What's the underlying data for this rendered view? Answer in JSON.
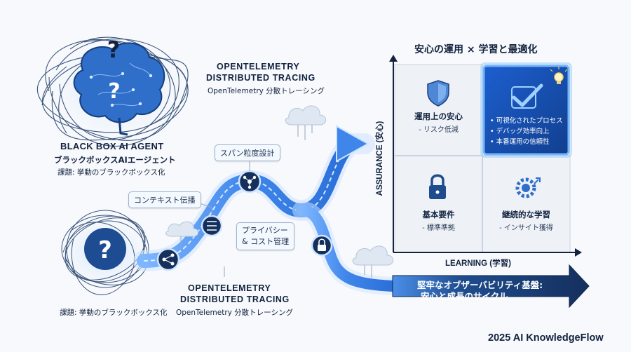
{
  "left_top": {
    "title": "BLACK BOX AI AGENT",
    "subtitle": "ブラックボックスAIエージェント",
    "issue": "課題: 挙動のブラックボックス化"
  },
  "left_bottom": {
    "issue": "課題: 挙動のブラックボックス化"
  },
  "otel_top": {
    "line1": "OPENTELEMETRY",
    "line2": "DISTRIBUTED TRACING",
    "sub": "OpenTelemetry 分散トレーシング"
  },
  "otel_bottom": {
    "line1": "OPENTELEMETRY",
    "line2": "DISTRIBUTED TRACING",
    "sub": "OpenTelemetry 分散トレーシング"
  },
  "callouts": {
    "span": "スパン粒度設計",
    "context": "コンテキスト伝播",
    "privacy_line1": "プライバシー",
    "privacy_line2": "& コスト管理"
  },
  "matrix": {
    "title": "安心の運用 × 学習と最適化",
    "y_axis": "ASSURANCE (安心)",
    "x_axis": "LEARNING (学習)",
    "top_left": {
      "title": "運用上の安心",
      "sub": "- リスク低減"
    },
    "top_right": {
      "items": [
        "• 可視化されたプロセス",
        "• デバッグ効率向上",
        "• 本番運用の信頼性"
      ]
    },
    "bottom_left": {
      "title": "基本要件",
      "sub": "- 標準準拠"
    },
    "bottom_right": {
      "title": "継続的な学習",
      "sub": "- インサイト獲得"
    }
  },
  "banner": {
    "line1": "堅牢なオブザーバビリティ基盤:",
    "line2": "安心と成長のサイクル"
  },
  "footer": "2025 AI KnowledgeFlow",
  "colors": {
    "accent": "#1f6fe0",
    "navy": "#15305c",
    "glow": "#6fb6ff"
  }
}
